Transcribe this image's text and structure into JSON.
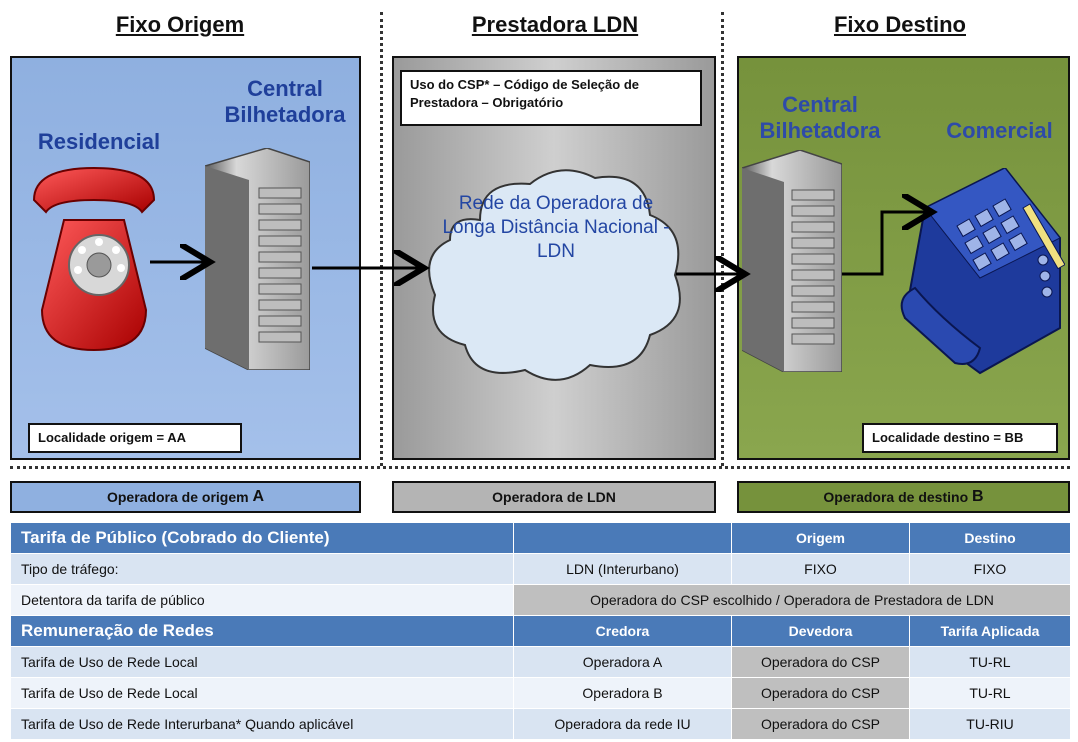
{
  "columns": {
    "origem_title": "Fixo Origem",
    "ldn_title": "Prestadora LDN",
    "destino_title": "Fixo Destino"
  },
  "origem": {
    "central_label": "Central Bilhetadora",
    "residencial_label": "Residencial",
    "localidade": "Localidade origem = AA",
    "operadora": "Operadora de origem",
    "operadora_letter": "A"
  },
  "ldn": {
    "csp_note": "Uso do CSP* – Código de Seleção de Prestadora – Obrigatório",
    "cloud_text": "Rede da Operadora de Longa Distância Nacional - LDN",
    "operadora": "Operadora de LDN"
  },
  "destino": {
    "central_label": "Central Bilhetadora",
    "comercial_label": "Comercial",
    "localidade": "Localidade destino = BB",
    "operadora": "Operadora de destino",
    "operadora_letter": "B"
  },
  "table": {
    "tarifa_header": [
      "Tarifa de Público (Cobrado do Cliente)",
      "",
      "Origem",
      "Destino"
    ],
    "tipo_trafego": [
      "Tipo de tráfego:",
      "LDN (Interurbano)",
      "FIXO",
      "FIXO"
    ],
    "detentora": [
      "Detentora da tarifa de público",
      "Operadora  do CSP escolhido / Operadora de Prestadora de LDN"
    ],
    "remuneracao_header": [
      "Remuneração de Redes",
      "Credora",
      "Devedora",
      "Tarifa Aplicada"
    ],
    "rows": [
      [
        "Tarifa de Uso de Rede Local",
        "Operadora  A",
        "Operadora  do CSP",
        "TU-RL"
      ],
      [
        "Tarifa de Uso de Rede Local",
        "Operadora  B",
        "Operadora  do CSP",
        "TU-RL"
      ],
      [
        "Tarifa de Uso de Rede Interurbana* Quando aplicável",
        "Operadora da rede IU",
        "Operadora do CSP",
        "TU-RIU"
      ]
    ]
  },
  "colors": {
    "origem_panel": "#8fb0e0",
    "ldn_panel": "#b4b4b4",
    "destino_panel": "#76923c",
    "table_header": "#4a7ab8",
    "label_blue": "#1f3f9a"
  }
}
